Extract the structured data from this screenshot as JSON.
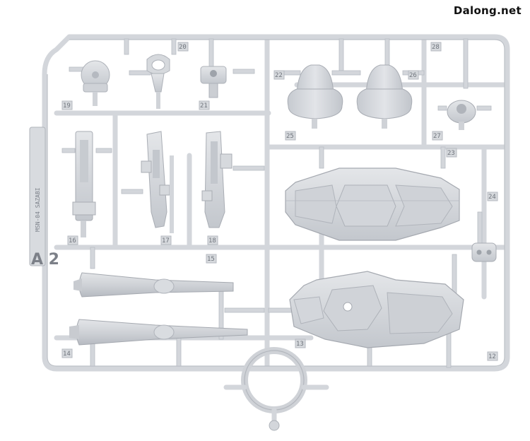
{
  "watermark": "Dalong.net",
  "runner_tag": "A 2",
  "runner_side_text": "MSN-04 SAZABI",
  "gate_numbers": [
    "19",
    "20",
    "21",
    "22",
    "25",
    "26",
    "27",
    "23",
    "24",
    "16",
    "17",
    "18",
    "15",
    "14",
    "12",
    "13",
    "28"
  ],
  "colors": {
    "background": "#ffffff",
    "plastic": "#d5d8dd",
    "plastic_shadow": "#b9bdc4",
    "plastic_highlight": "#e7e9ec"
  }
}
